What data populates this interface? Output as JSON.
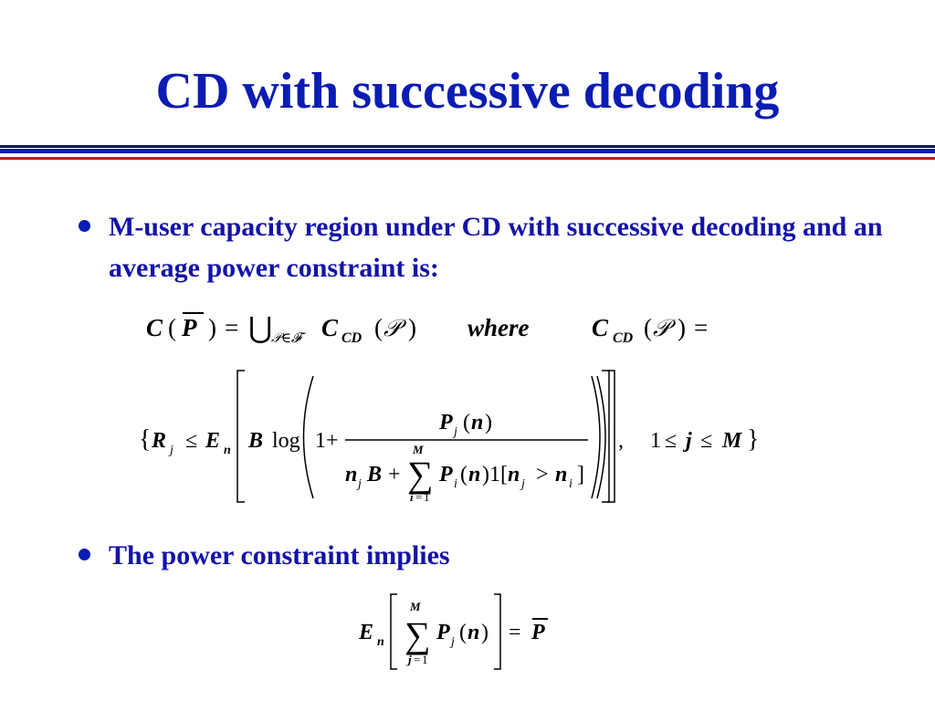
{
  "slide": {
    "title": "CD with successive decoding",
    "bullets": [
      {
        "text": "M-user capacity region under CD with successive decoding and an average power constraint is:"
      },
      {
        "text": "The power constraint implies"
      }
    ]
  },
  "colors": {
    "title": "#0b1cb4",
    "bullet_text": "#1313a8",
    "rule_navy": "#0a0a6e",
    "rule_blue": "#0b1cb4",
    "rule_red": "#c41822"
  },
  "equations": {
    "eq1": {
      "C": "C",
      "P": "P",
      "open": "(",
      "close": ")",
      "eq": "=",
      "union": "⋃",
      "union_sub": "𝒫∈𝓕",
      "CD": "CD",
      "script_P": "𝒫",
      "where": "where",
      "rhs_eq": "="
    },
    "eq2": {
      "brace_open": "{",
      "R": "R",
      "j": "j",
      "le": "≤",
      "E": "E",
      "n": "n",
      "B": "B",
      "log": "log",
      "one": "1",
      "plus": "+",
      "num_P": "P",
      "num_j": "j",
      "num_open": "(",
      "num_n": "n",
      "num_close": ")",
      "den_n": "n",
      "den_j": "j",
      "den_B": "B",
      "den_plus": "+",
      "sum": "∑",
      "sum_top": "M",
      "sum_bot_i": "i",
      "sum_bot_eq": "=",
      "sum_bot_1": "1",
      "den_P": "P",
      "den_i": "i",
      "den_open": "(",
      "den_n2": "n",
      "den_close": ")",
      "indicator": "1[",
      "ind_n": "n",
      "ind_j": "j",
      "gt": ">",
      "ind_n2": "n",
      "ind_i": "i",
      "ind_close": "]",
      "comma": ",",
      "range_1": "1",
      "range_le1": "≤",
      "range_j": "j",
      "range_le2": "≤",
      "range_M": "M",
      "brace_close": "}"
    },
    "eq3": {
      "E": "E",
      "n": "n",
      "sum": "∑",
      "sum_top": "M",
      "sum_bot_j": "j",
      "sum_bot_eq": "=",
      "sum_bot_1": "1",
      "P": "P",
      "j": "j",
      "open": "(",
      "n2": "n",
      "close": ")",
      "eq": "=",
      "Pbar": "P"
    }
  }
}
